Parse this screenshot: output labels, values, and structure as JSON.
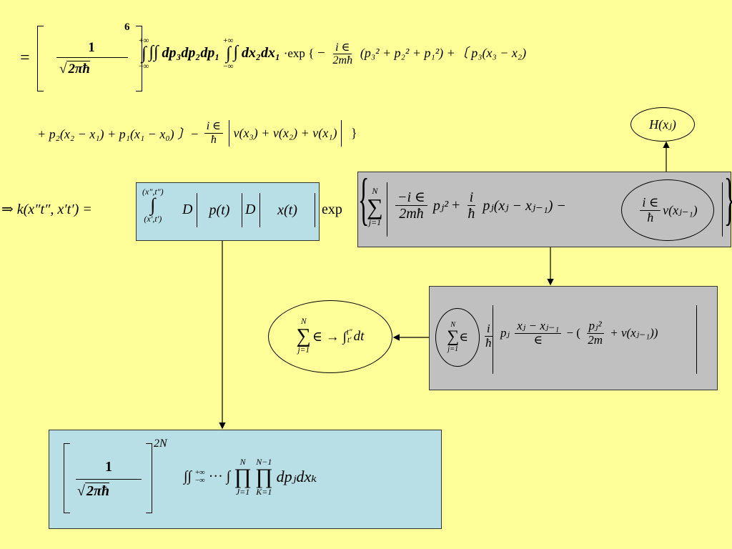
{
  "eq1": {
    "lead": "=",
    "one": "1",
    "sqrt_body": "2πħ",
    "power6": "6",
    "int_top": "+∞",
    "int_bottom": "−∞",
    "int_sym": "∫",
    "integrals_a": "∫∫",
    "diffs_p": "dp₃dp₂dp₁",
    "int2_top": "+∞",
    "int2_bottom": "−∞",
    "diffs_x": "dx₂dx₁",
    "exp_dot": "·exp {",
    "minus": "−",
    "frac_num": "i ∈",
    "frac_den": "2mħ",
    "p_sum": "(p₃² + p₂² + p₁²) +〔 p₃(x₃ − x₂)"
  },
  "eq2": {
    "part1": "+ p₂(x₂ − x₁) + p₁(x₁ − x₀) 〕−",
    "frac_num": "i ∈",
    "frac_den": "ħ",
    "v_sum": "v(x₃) + v(x₂) + v(x₁)",
    "close": "}"
  },
  "h_label": "H(xⱼ)",
  "kernel": {
    "lhs": "⇒ k(x″t″, x′t′) =",
    "top": "(x″,t″)",
    "bottom": "(x′,t′)",
    "int_sym": "∫",
    "D1": "D",
    "pt": "p(t)",
    "D2": "D",
    "xt": "x(t)",
    "exp": "exp"
  },
  "gray_main": {
    "sum_top": "N",
    "sum_bottom": "j=1",
    "sum_sym": "∑",
    "frac1_num": "−i ∈",
    "frac1_den": "2mħ",
    "pj2": "pⱼ²",
    "plus": "+",
    "frac2_num": "i",
    "frac2_den": "ħ",
    "pj_term": "pⱼ(xⱼ − xⱼ₋₁) −",
    "frac3_num": "i ∈",
    "frac3_den": "ħ",
    "v_term": "v(xⱼ₋₁)"
  },
  "limit": {
    "sum_top": "N",
    "sum_bottom": "j=1",
    "sum_sym": "∑",
    "eps_arrow": "∈ → ∫",
    "int_top": "t″",
    "int_bottom": "t′",
    "dt": "dt"
  },
  "gray_second": {
    "sum_top": "N",
    "sum_bottom": "j=1",
    "sum_sym": "∑",
    "eps": "∈",
    "frac_i_num": "i",
    "frac_i_den": "ħ",
    "pj": "pⱼ",
    "fracx_num": "xⱼ − xⱼ₋₁",
    "fracx_den": "∈",
    "minus": "− (",
    "fracp_num": "pⱼ²",
    "fracp_den": "2m",
    "v_end": "+ v(xⱼ₋₁))"
  },
  "measure": {
    "one": "1",
    "sqrt_body": "2πħ",
    "power": "2N",
    "ints": "∫∫",
    "lims_top": "+∞",
    "lims_bottom": "−∞",
    "dots": "··· ∫",
    "prod1_top": "N",
    "prod1_bottom": "J=1",
    "prod_sym": "∏",
    "prod2_top": "N−1",
    "prod2_bottom": "K=1",
    "diffs": "dpⱼdxₖ"
  }
}
